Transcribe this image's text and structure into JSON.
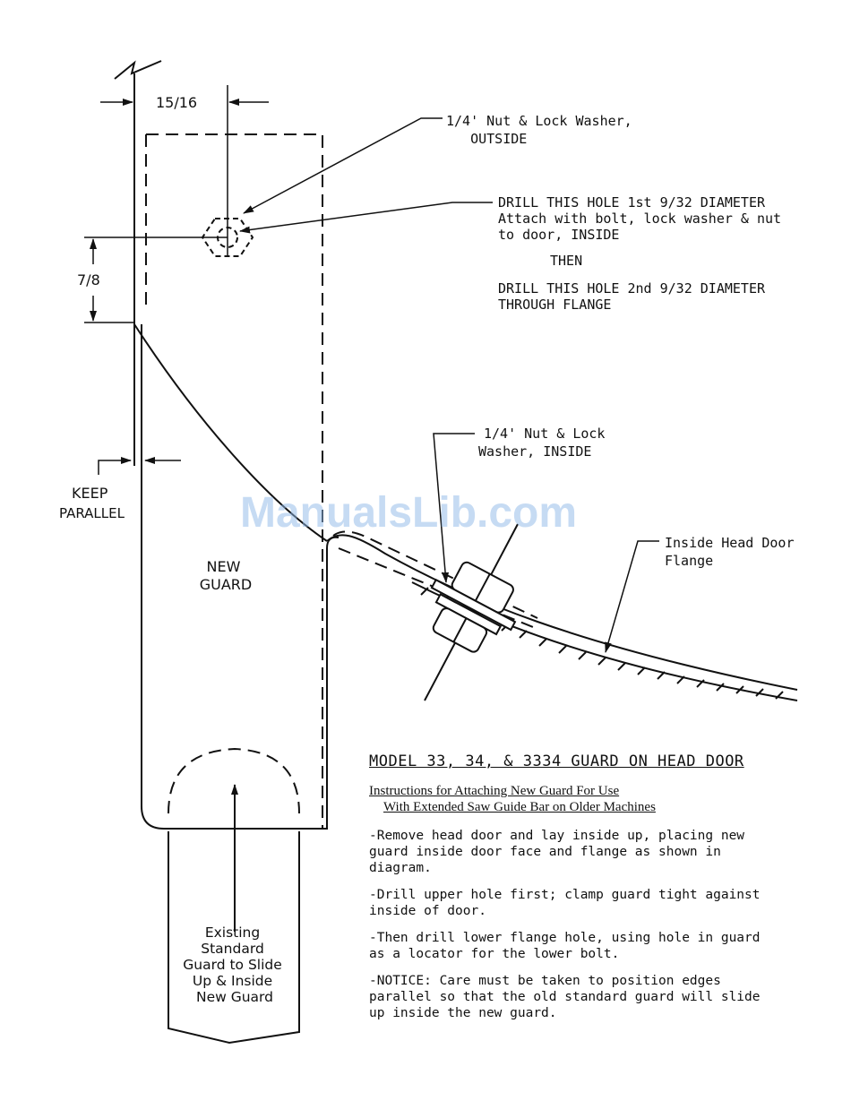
{
  "dimensions": {
    "horizontal": "15/16",
    "vertical": "7/8"
  },
  "callouts": {
    "nut_outside": "1/4' Nut & Lock Washer,\n   OUTSIDE",
    "drill_first": "DRILL THIS HOLE 1st 9/32 DIAMETER\nAttach with bolt, lock washer & nut\nto door, INSIDE",
    "then": "THEN",
    "drill_second": "DRILL THIS HOLE 2nd 9/32 DIAMETER\nTHROUGH FLANGE",
    "nut_inside": "1/4' Nut & Lock\nWasher, INSIDE",
    "flange": "Inside Head Door\nFlange",
    "keep_parallel_1": "KEEP",
    "keep_parallel_2": "PARALLEL",
    "new_guard": "NEW\nGUARD",
    "existing_guard": "Existing\nStandard\nGuard to Slide\nUp & Inside\nNew Guard"
  },
  "watermark": "ManualsLib.com",
  "instructions": {
    "title": "MODEL 33, 34, & 3334 GUARD ON HEAD DOOR",
    "subtitle_1": "Instructions for Attaching New Guard For Use",
    "subtitle_2": "With Extended Saw Guide Bar on Older Machines",
    "steps": [
      "-Remove head door and lay inside up, placing new\n guard inside door face and flange as shown in\n diagram.",
      "-Drill upper hole first; clamp guard tight against\n inside of door.",
      "-Then drill lower flange hole, using hole in guard\n as a locator for the lower bolt.",
      "-NOTICE: Care must be taken to position edges\n parallel so that the old standard guard will slide\n up inside the new guard."
    ]
  }
}
